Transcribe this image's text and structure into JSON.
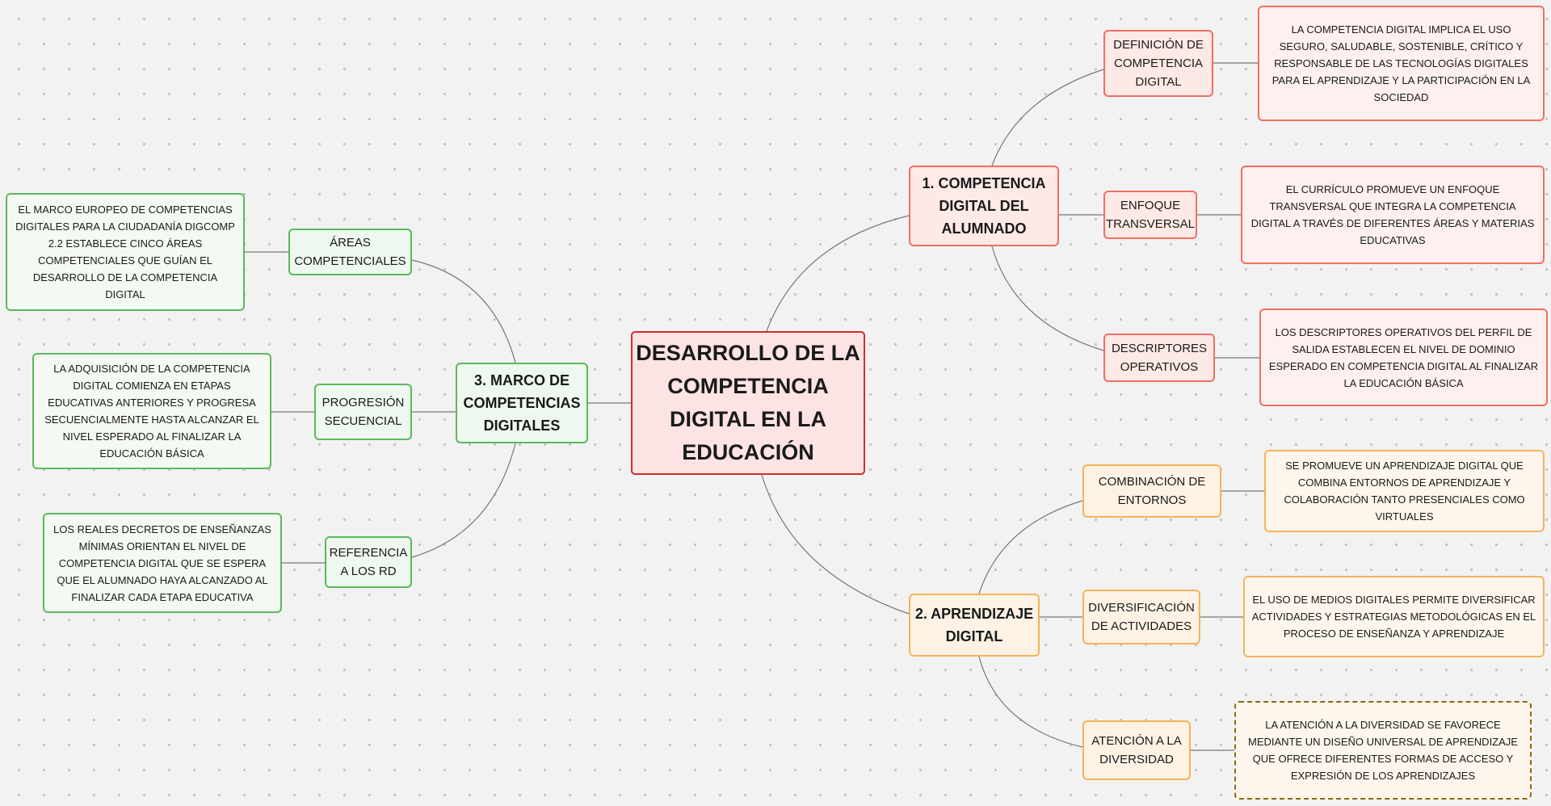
{
  "canvas": {
    "background": "#f2f2f2",
    "grid_dot_color": "#c4c4c4",
    "line_color": "#777777"
  },
  "colors": {
    "root_border": "#d42b2b",
    "branch_red": "#f06f63",
    "branch_orange": "#f7b25c",
    "branch_green": "#5cb85c"
  },
  "mindmap": {
    "root": "DESARROLLO DE LA COMPETENCIA DIGITAL EN LA EDUCACIÓN",
    "branches": [
      {
        "title": "1. COMPETENCIA DIGITAL DEL ALUMNADO",
        "color": "red",
        "children": [
          {
            "title": "DEFINICIÓN DE COMPETENCIA DIGITAL",
            "detail": "LA COMPETENCIA DIGITAL IMPLICA EL USO SEGURO, SALUDABLE, SOSTENIBLE, CRÍTICO Y RESPONSABLE DE LAS TECNOLOGÍAS DIGITALES PARA EL APRENDIZAJE Y LA PARTICIPACIÓN EN LA SOCIEDAD"
          },
          {
            "title": "ENFOQUE TRANSVERSAL",
            "detail": "EL CURRÍCULO PROMUEVE UN ENFOQUE TRANSVERSAL QUE INTEGRA LA COMPETENCIA DIGITAL A TRAVÉS DE DIFERENTES ÁREAS Y MATERIAS EDUCATIVAS"
          },
          {
            "title": "DESCRIPTORES OPERATIVOS",
            "detail": "LOS DESCRIPTORES OPERATIVOS DEL PERFIL DE SALIDA ESTABLECEN EL NIVEL DE DOMINIO ESPERADO EN COMPETENCIA DIGITAL AL FINALIZAR LA EDUCACIÓN BÁSICA"
          }
        ]
      },
      {
        "title": "2. APRENDIZAJE DIGITAL",
        "color": "orange",
        "children": [
          {
            "title": "COMBINACIÓN DE ENTORNOS",
            "detail": "SE PROMUEVE UN APRENDIZAJE DIGITAL QUE COMBINA ENTORNOS DE APRENDIZAJE Y COLABORACIÓN TANTO PRESENCIALES COMO VIRTUALES"
          },
          {
            "title": "DIVERSIFICACIÓN DE ACTIVIDADES",
            "detail": "EL USO DE MEDIOS DIGITALES PERMITE DIVERSIFICAR ACTIVIDADES Y ESTRATEGIAS METODOLÓGICAS EN EL PROCESO DE ENSEÑANZA Y APRENDIZAJE"
          },
          {
            "title": "ATENCIÓN A LA DIVERSIDAD",
            "detail": "LA ATENCIÓN A LA DIVERSIDAD SE FAVORECE MEDIANTE UN DISEÑO UNIVERSAL DE APRENDIZAJE QUE OFRECE DIFERENTES FORMAS DE ACCESO Y EXPRESIÓN DE LOS APRENDIZAJES"
          }
        ]
      },
      {
        "title": "3. MARCO DE COMPETENCIAS DIGITALES",
        "color": "green",
        "children": [
          {
            "title": "ÁREAS COMPETENCIALES",
            "detail": "EL MARCO EUROPEO DE COMPETENCIAS DIGITALES PARA LA CIUDADANÍA DIGCOMP 2.2 ESTABLECE CINCO ÁREAS COMPETENCIALES QUE GUÍAN EL DESARROLLO DE LA COMPETENCIA DIGITAL"
          },
          {
            "title": "PROGRESIÓN SECUENCIAL",
            "detail": "LA ADQUISICIÓN DE LA COMPETENCIA DIGITAL COMIENZA EN ETAPAS EDUCATIVAS ANTERIORES Y PROGRESA SECUENCIALMENTE HASTA ALCANZAR EL NIVEL ESPERADO AL FINALIZAR LA EDUCACIÓN BÁSICA"
          },
          {
            "title": "REFERENCIA A LOS RD",
            "detail": "LOS REALES DECRETOS DE ENSEÑANZAS MÍNIMAS ORIENTAN EL NIVEL DE COMPETENCIA DIGITAL QUE SE ESPERA QUE EL ALUMNADO HAYA ALCANZADO AL FINALIZAR CADA ETAPA EDUCATIVA"
          }
        ]
      }
    ]
  }
}
